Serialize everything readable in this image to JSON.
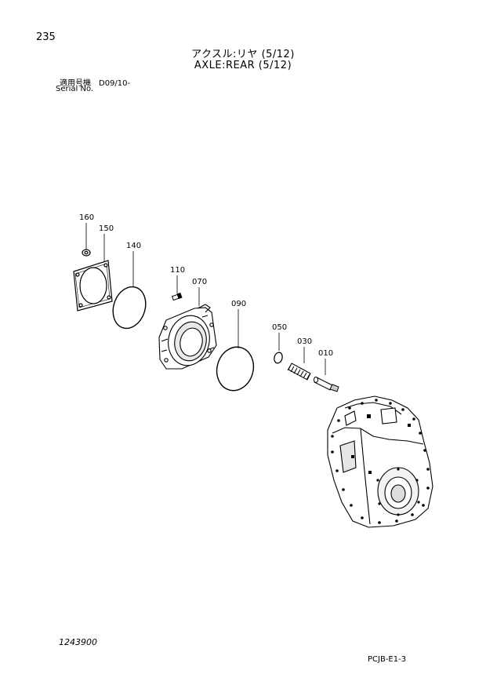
{
  "header": {
    "page_number": "235",
    "title_jp": "アクスル:リヤ (5/12)",
    "title_en": "AXLE:REAR (5/12)",
    "applicable_model": "適用号機　D09/10-",
    "serial_label": "Serial No."
  },
  "callouts": {
    "c160": "160",
    "c150": "150",
    "c140": "140",
    "c110": "110",
    "c070": "070",
    "c090": "090",
    "c050": "050",
    "c030": "030",
    "c010": "010"
  },
  "footer": {
    "doc_id": "1243900",
    "page_code": "PCJB-E1-3"
  }
}
